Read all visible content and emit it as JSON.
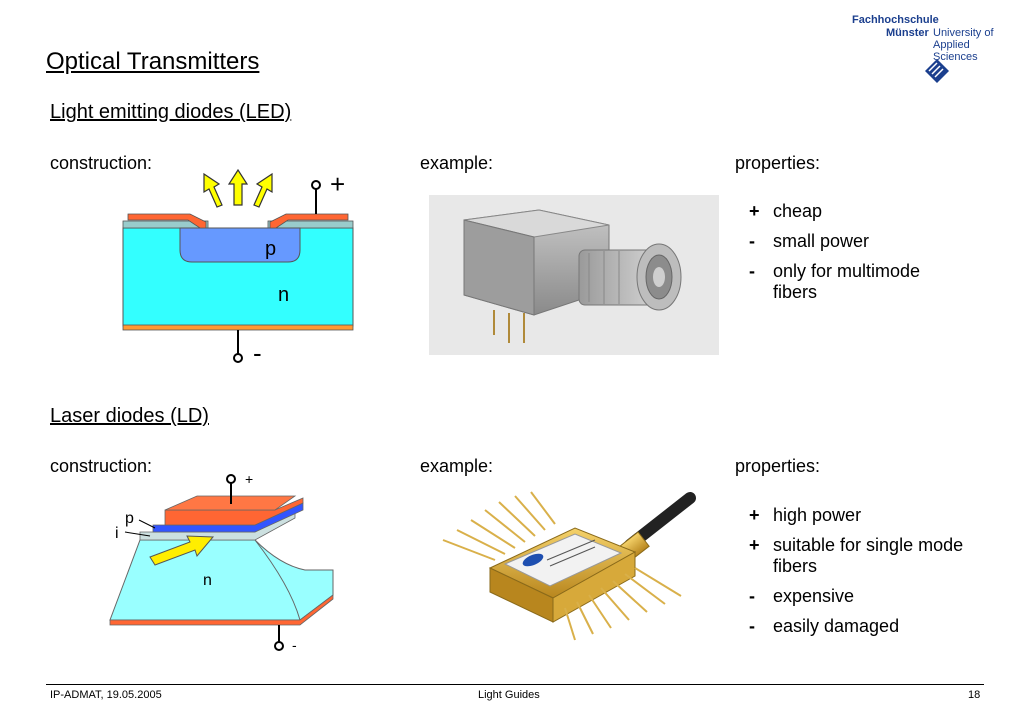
{
  "logo": {
    "line1": "Fachhochschule",
    "line2a": "Münster",
    "line2b": "University of",
    "line3": "Applied Sciences"
  },
  "title": "Optical Transmitters",
  "led": {
    "heading": "Light emitting diodes (LED)",
    "construction_label": "construction:",
    "example_label": "example:",
    "properties_label": "properties:",
    "diagram": {
      "plus": "+",
      "minus": "-",
      "p": "p",
      "n": "n"
    },
    "properties": [
      {
        "bullet": "+",
        "text": "cheap"
      },
      {
        "bullet": "-",
        "text": "small power"
      },
      {
        "bullet": "-",
        "text": "only for multimode fibers"
      }
    ]
  },
  "ld": {
    "heading": "Laser diodes (LD)",
    "construction_label": "construction:",
    "example_label": "example:",
    "properties_label": "properties:",
    "diagram": {
      "plus": "+",
      "minus": "-",
      "p": "p",
      "i": "i",
      "n": "n"
    },
    "properties": [
      {
        "bullet": "+",
        "text": "high power"
      },
      {
        "bullet": "+",
        "text": "suitable for single mode fibers"
      },
      {
        "bullet": "-",
        "text": "expensive"
      },
      {
        "bullet": "-",
        "text": "easily damaged"
      }
    ]
  },
  "footer": {
    "left": "IP-ADMAT, 19.05.2005",
    "center": "Light Guides",
    "right": "18"
  },
  "colors": {
    "substrate": "#33ffff",
    "p_region": "#6699ff",
    "contact": "#ff6633",
    "oxide": "#99cccc",
    "arrow": "#ffff00",
    "logo_blue": "#1b3f8e"
  }
}
